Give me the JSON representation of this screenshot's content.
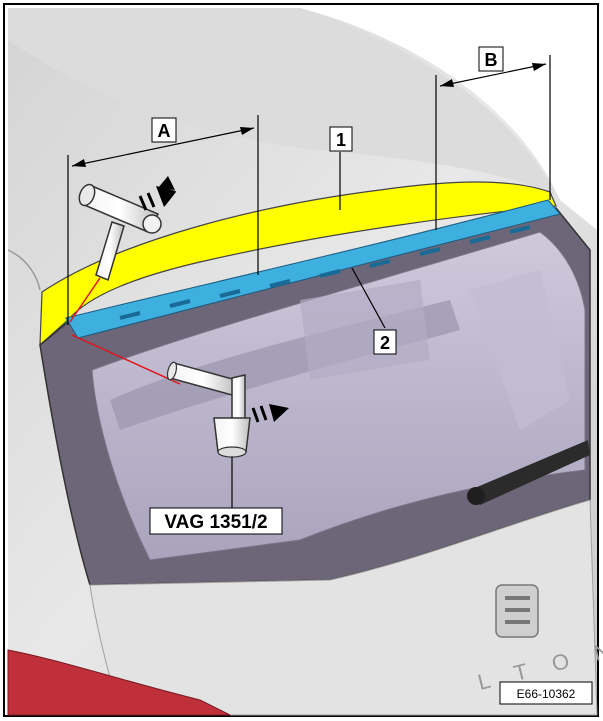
{
  "figure": {
    "callouts": {
      "item_1": "1",
      "item_2": "2",
      "dim_a": "A",
      "dim_b": "B"
    },
    "tool_label": "VAG 1351/2",
    "figure_id": "E66-10362"
  },
  "colors": {
    "spoiler_fill": "#ffff00",
    "strip_fill": "#3db0e0",
    "glass_tint": "#b7b1c8",
    "body_paint": "#d9d9d9",
    "heat_line": "#e0141a",
    "tail_light": "#c0303a"
  },
  "icons": {
    "heat_gun_upper": "heat-gun-icon",
    "heat_gun_lower": "heat-gun-icon",
    "airflow_arrow": "airflow-arrow-icon",
    "brand_logo": "seat-logo-icon"
  }
}
